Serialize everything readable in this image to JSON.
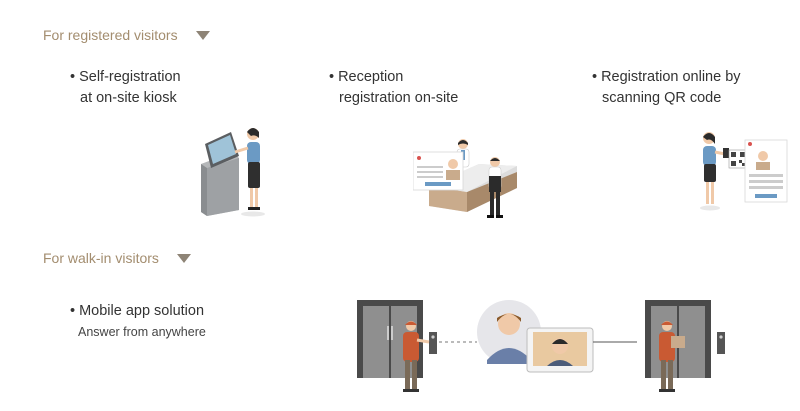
{
  "sections": {
    "registered": {
      "title": "For registered visitors",
      "items": [
        {
          "line1": "Self-registration",
          "line2": "at on-site kiosk"
        },
        {
          "line1": "Reception",
          "line2": "registration on-site"
        },
        {
          "line1": "Registration online by",
          "line2": "scanning QR code"
        }
      ]
    },
    "walkin": {
      "title": "For walk-in visitors",
      "items": [
        {
          "line1": "Mobile app solution",
          "line2": "Answer from anywhere"
        }
      ]
    }
  },
  "bullet": "•",
  "colors": {
    "header": "#a38d6f",
    "arrow": "#8e8476",
    "shirt_blue": "#6b9ac4",
    "courier_orange": "#c95a33",
    "kiosk_gray": "#8a8d90",
    "door_dark": "#4a4a4a"
  }
}
